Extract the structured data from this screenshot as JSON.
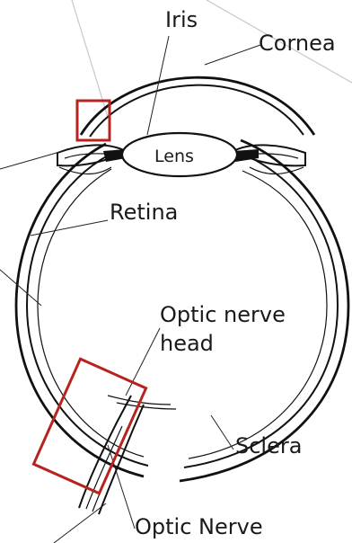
{
  "labels": {
    "iris": "Iris",
    "cornea": "Cornea",
    "lens": "Lens",
    "retina": "Retina",
    "optic_nerve_head_line1": "Optic nerve",
    "optic_nerve_head_line2": "head",
    "sclera": "Sclera",
    "optic_nerve": "Optic Nerve"
  },
  "colors": {
    "outline": "#111111",
    "highlight_box": "#b7241f",
    "background": "#ffffff"
  }
}
